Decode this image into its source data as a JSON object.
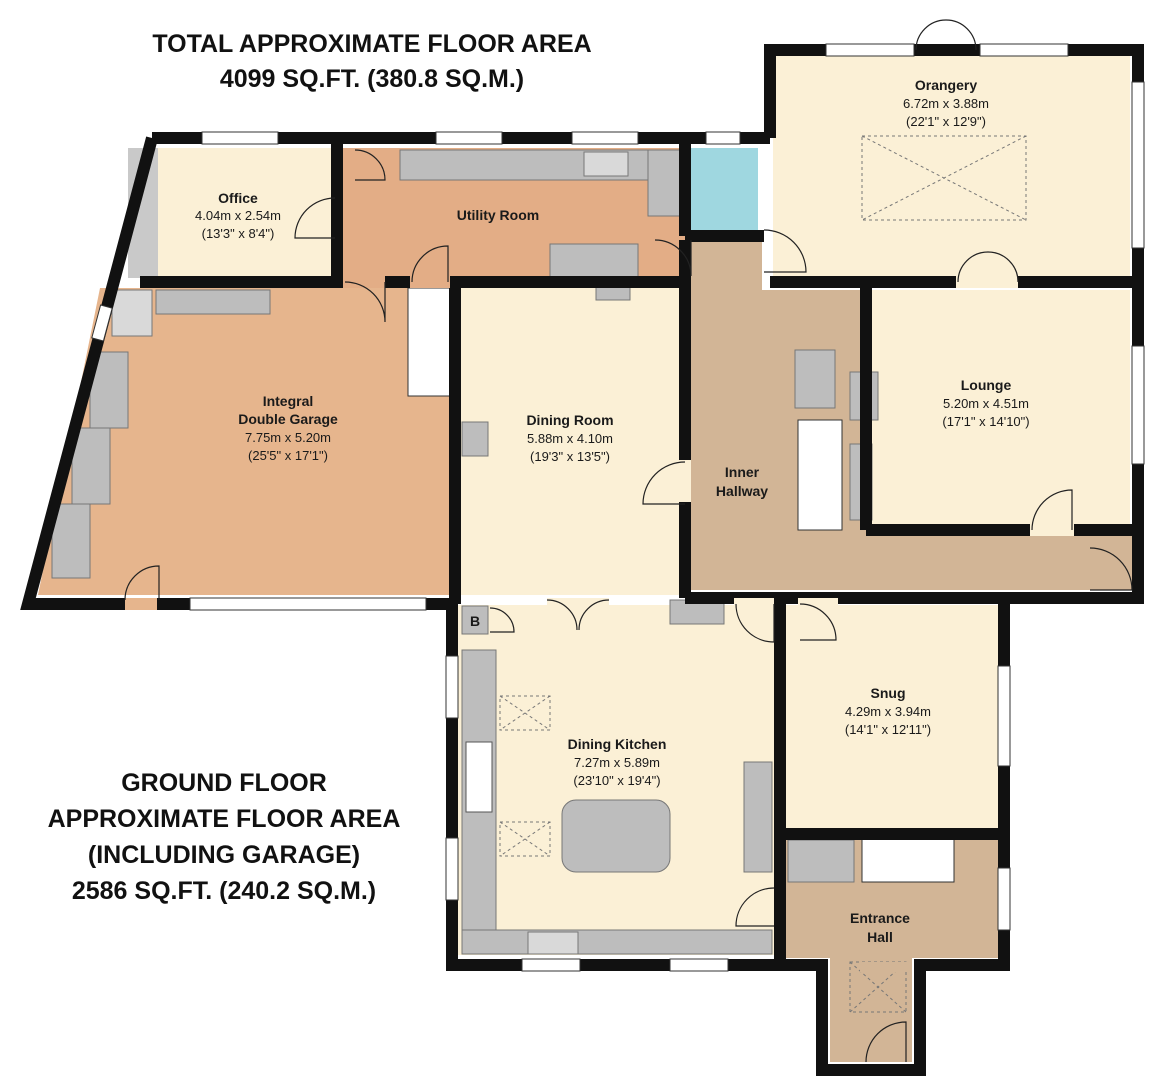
{
  "total_area": {
    "line1": "TOTAL APPROXIMATE FLOOR AREA",
    "line2": "4099 SQ.FT. (380.8 SQ.M.)"
  },
  "ground_floor": {
    "line1": "GROUND FLOOR",
    "line2": "APPROXIMATE FLOOR AREA",
    "line3": "(INCLUDING GARAGE)",
    "line4": "2586 SQ.FT. (240.2 SQ.M.)"
  },
  "rooms": {
    "office": {
      "name": "Office",
      "metric": "4.04m x 2.54m",
      "imperial": "(13'3\" x 8'4\")"
    },
    "utility": {
      "name": "Utility Room"
    },
    "orangery": {
      "name": "Orangery",
      "metric": "6.72m x 3.88m",
      "imperial": "(22'1\" x 12'9\")"
    },
    "garage": {
      "name1": "Integral",
      "name2": "Double Garage",
      "metric": "7.75m x 5.20m",
      "imperial": "(25'5\" x 17'1\")"
    },
    "dining_room": {
      "name": "Dining Room",
      "metric": "5.88m x 4.10m",
      "imperial": "(19'3\" x 13'5\")"
    },
    "inner_hallway": {
      "name1": "Inner",
      "name2": "Hallway"
    },
    "lounge": {
      "name": "Lounge",
      "metric": "5.20m x 4.51m",
      "imperial": "(17'1\" x 14'10\")"
    },
    "dining_kitchen": {
      "name": "Dining Kitchen",
      "metric": "7.27m x 5.89m",
      "imperial": "(23'10\" x 19'4\")"
    },
    "snug": {
      "name": "Snug",
      "metric": "4.29m x 3.94m",
      "imperial": "(14'1\" x 12'11\")"
    },
    "entrance_hall": {
      "name1": "Entrance",
      "name2": "Hall"
    },
    "boiler": {
      "label": "B"
    }
  },
  "colors": {
    "wall": "#111111",
    "cream": "#fbf0d6",
    "garage": "#e6b58d",
    "utility": "#e3ad86",
    "hall": "#d2b596",
    "bath": "#9fd7e0",
    "fixture": "#bdbdbd"
  }
}
